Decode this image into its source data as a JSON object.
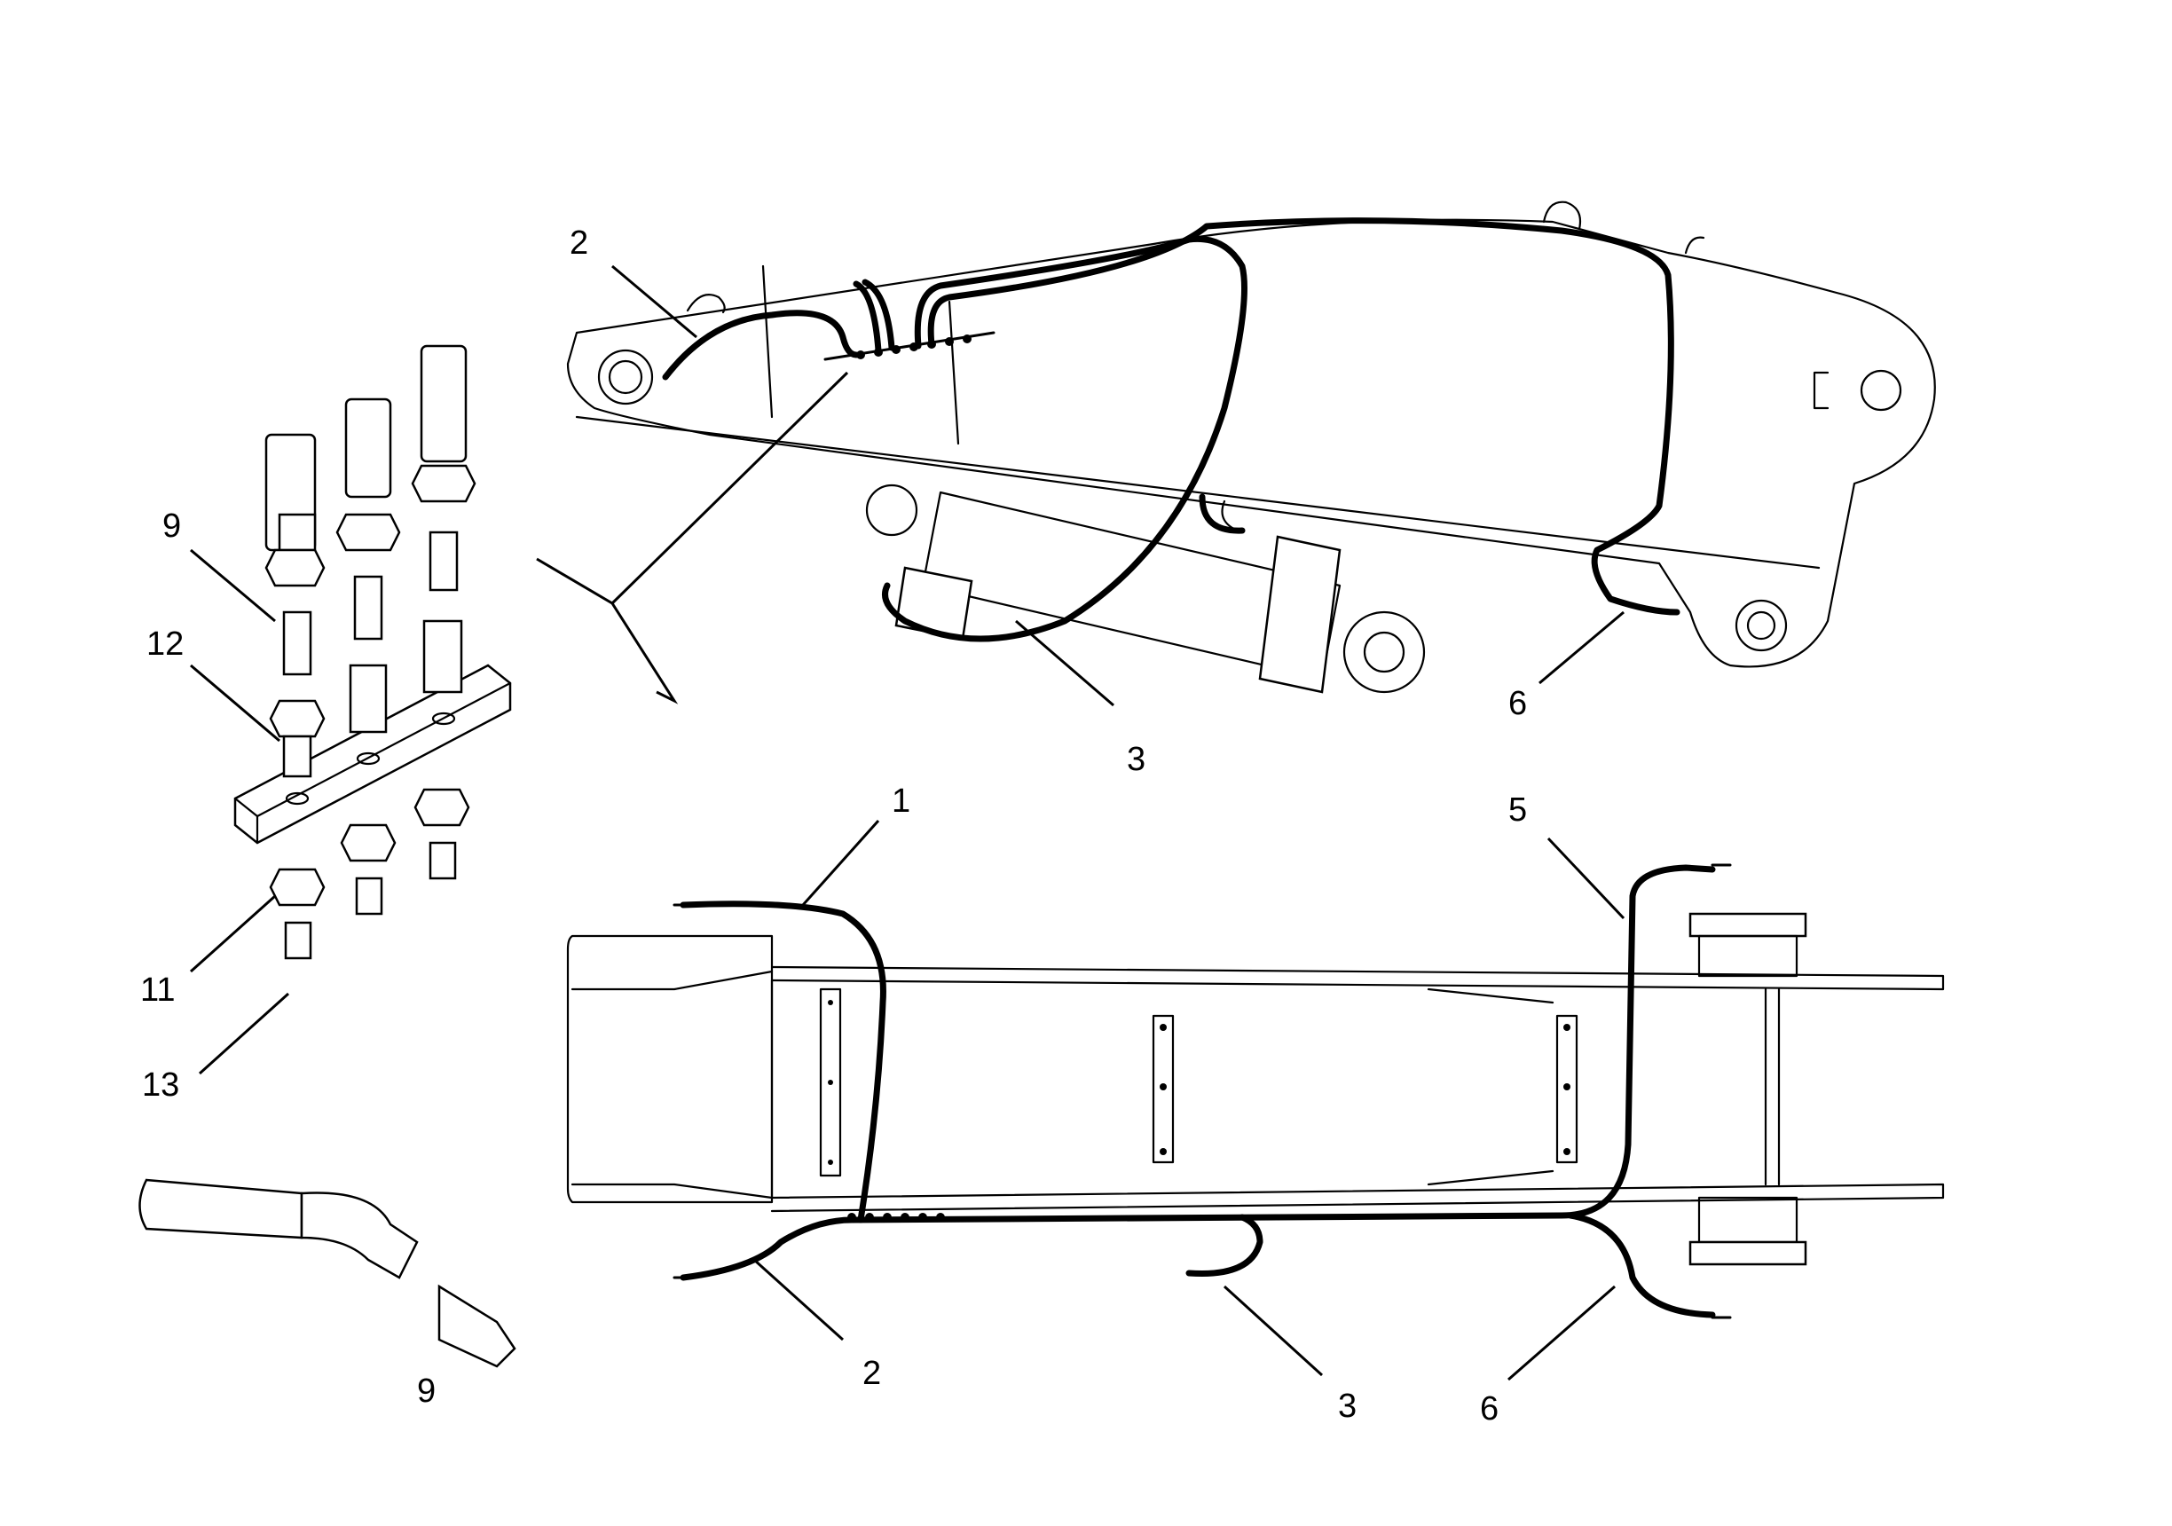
{
  "callouts": {
    "top_2": "2",
    "top_3": "3",
    "top_6": "6",
    "bot_1": "1",
    "bot_5": "5",
    "bot_2": "2",
    "bot_3": "3",
    "bot_6": "6",
    "left_9": "9",
    "left_12": "12",
    "left_11": "11",
    "left_13": "13",
    "elbow_9": "9"
  }
}
